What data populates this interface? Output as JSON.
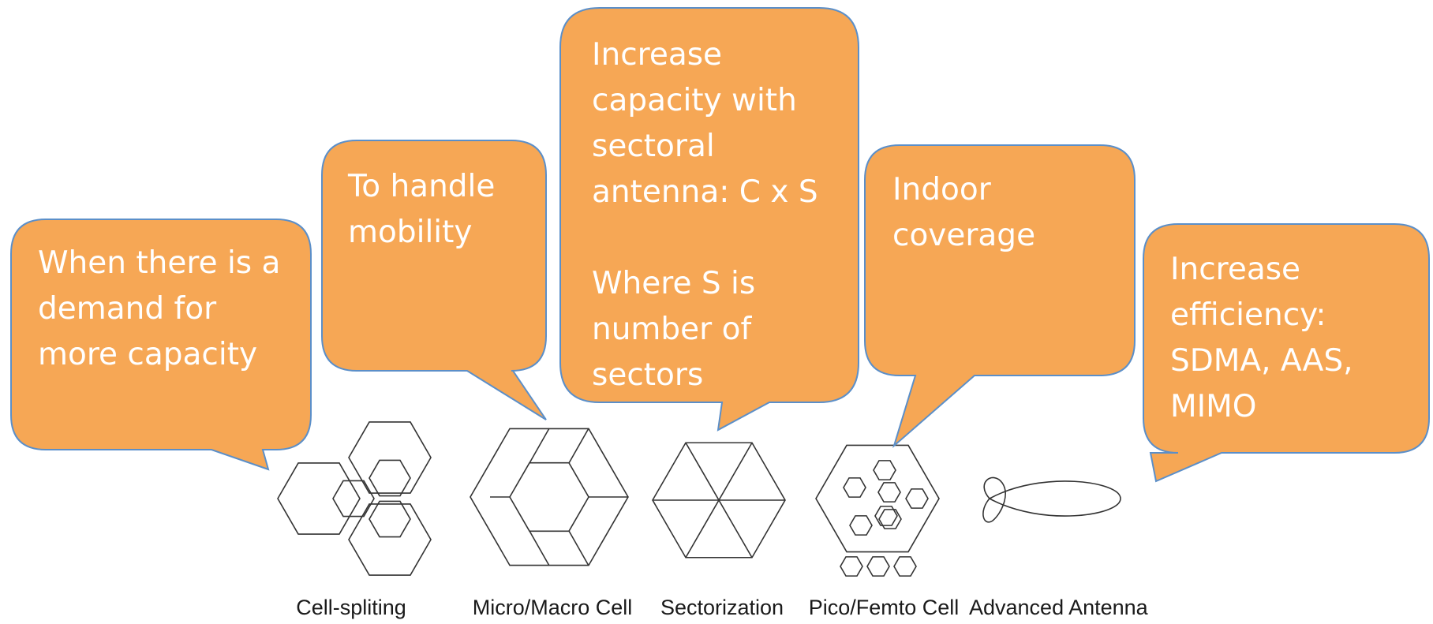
{
  "colors": {
    "callout_fill": "#F6A755",
    "callout_stroke": "#5B8FC9",
    "callout_text": "#FFFFFF",
    "figure_stroke": "#333333"
  },
  "callouts": [
    {
      "id": "cell-splitting-note",
      "text": "When there is a\ndemand for\nmore capacity"
    },
    {
      "id": "mobility-note",
      "text": "To handle\nmobility"
    },
    {
      "id": "sectorization-note",
      "text": "Increase\ncapacity with\nsectoral\nantenna:  C x S\n\nWhere S is\nnumber of\nsectors"
    },
    {
      "id": "indoor-note",
      "text": "Indoor\ncoverage"
    },
    {
      "id": "efficiency-note",
      "text": "Increase\nefficiency:\nSDMA, AAS,\nMIMO"
    }
  ],
  "techniques": [
    {
      "label": "Cell-spliting",
      "icon": "overlapping-hexagons-icon"
    },
    {
      "label": "Micro/Macro Cell",
      "icon": "nested-hexagon-cells-icon"
    },
    {
      "label": "Sectorization",
      "icon": "sectored-hexagon-icon"
    },
    {
      "label": "Pico/Femto Cell",
      "icon": "pico-femto-hexagons-icon"
    },
    {
      "label": "Advanced Antenna",
      "icon": "antenna-beam-lobe-icon"
    }
  ]
}
